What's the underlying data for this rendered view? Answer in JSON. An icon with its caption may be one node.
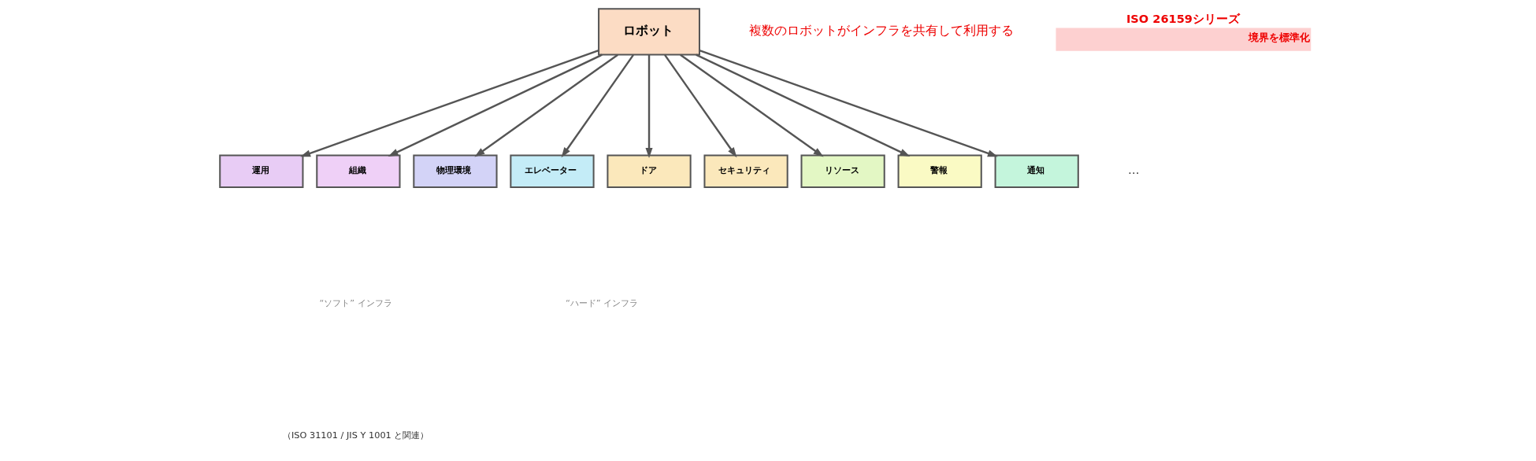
{
  "diagram": {
    "nodes": [
      {
        "text": [
          "ロボット"
        ]
      },
      {
        "text": [
          "ISO 26159シリーズ",
          "境界を標準化"
        ]
      },
      {
        "text": [
          "運用"
        ]
      },
      {
        "text": [
          "組織"
        ]
      },
      {
        "text": [
          "物理環境"
        ]
      },
      {
        "text": [
          "エレベーター"
        ]
      },
      {
        "text": [
          "ドア"
        ]
      },
      {
        "text": [
          "セキュリティ"
        ]
      },
      {
        "text": [
          "リソース"
        ]
      },
      {
        "text": [
          "警報"
        ]
      },
      {
        "text": [
          "通知"
        ]
      }
    ],
    "edges": [
      {
        "from": 0,
        "to": 2,
        "arrow": "to"
      },
      {
        "from": 0,
        "to": 3,
        "arrow": "to"
      },
      {
        "from": 0,
        "to": 4,
        "arrow": "to"
      },
      {
        "from": 0,
        "to": 5,
        "arrow": "to"
      },
      {
        "from": 0,
        "to": 6,
        "arrow": "to"
      },
      {
        "from": 0,
        "to": 7,
        "arrow": "to"
      },
      {
        "from": 0,
        "to": 8,
        "arrow": "to"
      },
      {
        "from": 0,
        "to": 9,
        "arrow": "to"
      },
      {
        "from": 0,
        "to": 10,
        "arrow": "to"
      }
    ],
    "labels": [
      "複数のロボットがインフラを共有して利用する",
      "…",
      "“ソフト” インフラ",
      "（ISO 31101 / JIS Y 1001 と関連）",
      "“ハード” インフラ"
    ]
  }
}
